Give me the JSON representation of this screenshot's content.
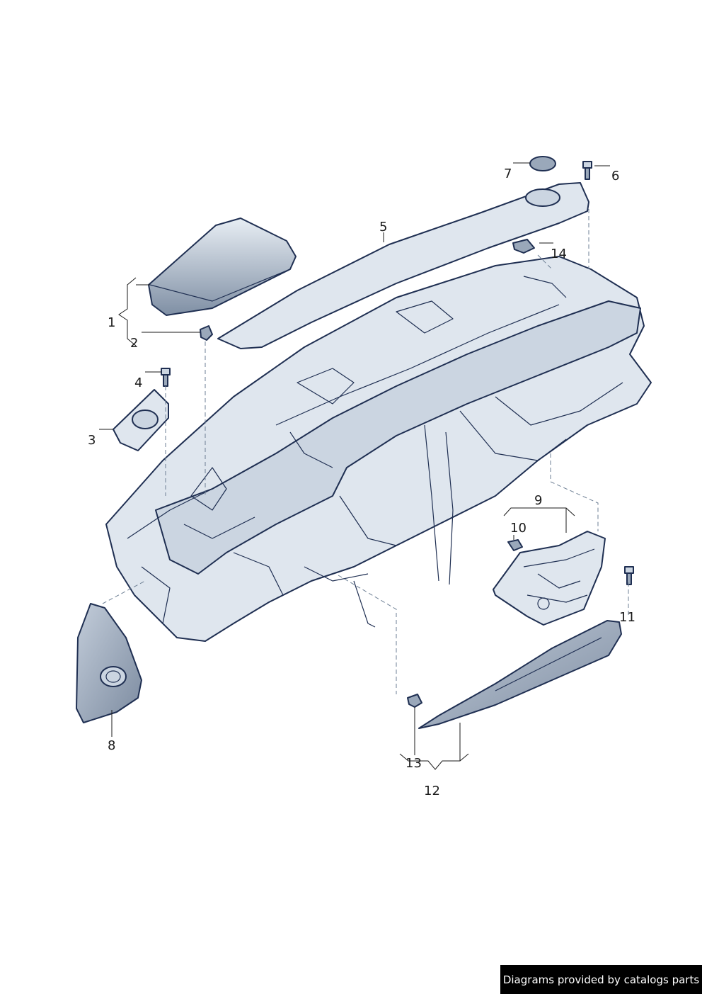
{
  "callouts": [
    "1",
    "2",
    "3",
    "4",
    "5",
    "6",
    "7",
    "8",
    "9",
    "10",
    "11",
    "12",
    "13",
    "14"
  ],
  "credit": "Diagrams provided by catalogs parts",
  "colors": {
    "part_fill": "#dfe6ee",
    "part_stroke": "#1f2f52",
    "credit_bg": "#000000"
  }
}
